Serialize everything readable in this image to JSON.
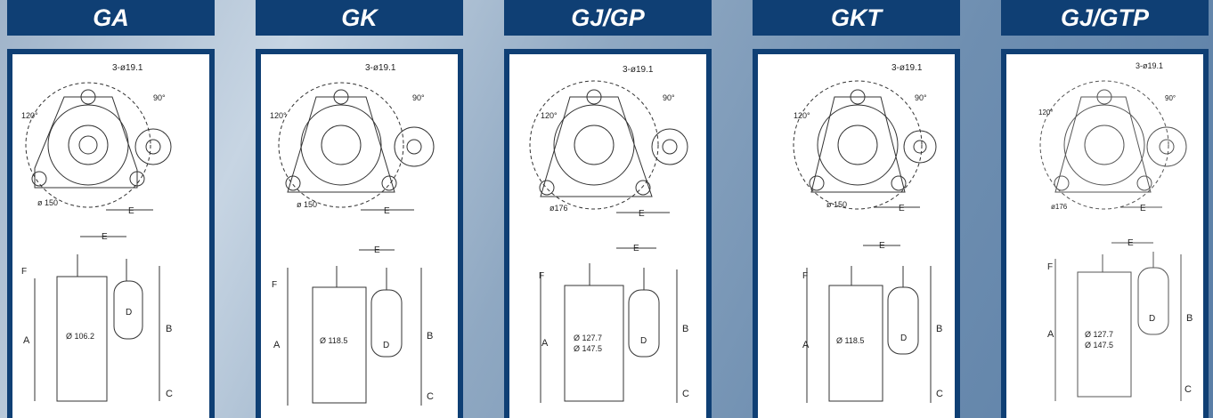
{
  "models": [
    {
      "name": "GA",
      "pin": "3-ø19.1",
      "ang1": "90°",
      "ang2": "120°",
      "dia_top": "ø 150",
      "e": "E",
      "f": "F",
      "a": "A",
      "b": "B",
      "c": "C",
      "d": "D",
      "dia1": "Ø 106.2",
      "dia2": ""
    },
    {
      "name": "GK",
      "pin": "3-ø19.1",
      "ang1": "90°",
      "ang2": "120°",
      "dia_top": "ø 150",
      "e": "E",
      "f": "F",
      "a": "A",
      "b": "B",
      "c": "C",
      "d": "D",
      "dia1": "Ø 118.5",
      "dia2": ""
    },
    {
      "name": "GJ/GP",
      "pin": "3-ø19.1",
      "ang1": "90°",
      "ang2": "120°",
      "dia_top": "ø176",
      "e": "E",
      "f": "F",
      "a": "A",
      "b": "B",
      "c": "C",
      "d": "D",
      "dia1": "Ø 127.7",
      "dia2": "Ø 147.5"
    },
    {
      "name": "GKT",
      "pin": "3-ø19.1",
      "ang1": "90°",
      "ang2": "120°",
      "dia_top": "ø 150",
      "e": "E",
      "f": "F",
      "a": "A",
      "b": "B",
      "c": "C",
      "d": "D",
      "dia1": "Ø 118.5",
      "dia2": ""
    },
    {
      "name": "GJ/GTP",
      "pin": "3-ø19.1",
      "ang1": "90°",
      "ang2": "120°",
      "dia_top": "ø176",
      "e": "E",
      "f": "F",
      "a": "A",
      "b": "B",
      "c": "C",
      "d": "D",
      "dia1": "Ø 127.7",
      "dia2": "Ø 147.5"
    }
  ]
}
